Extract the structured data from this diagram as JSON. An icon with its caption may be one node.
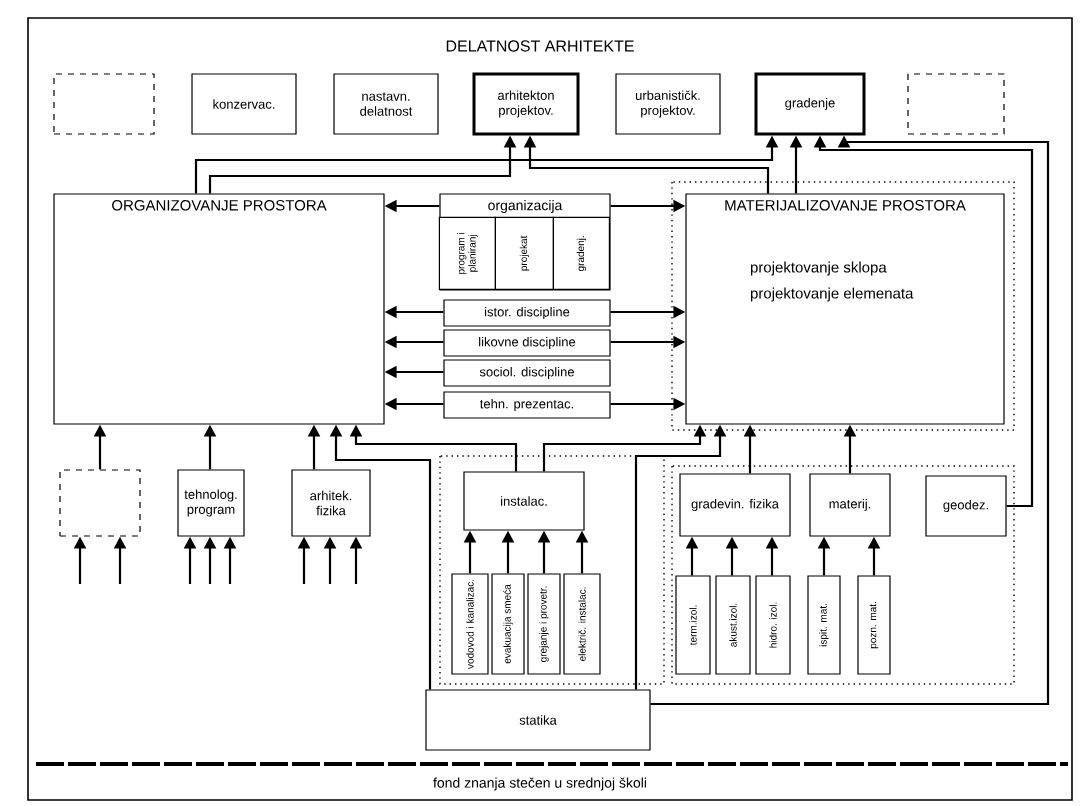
{
  "diagram": {
    "title": "DELATNOST ARHITEKTE",
    "nodes": [
      {
        "text": [],
        "shape": "box"
      },
      {
        "text": [
          "konzervac."
        ]
      },
      {
        "text": [
          "nastavn. delatnost"
        ]
      },
      {
        "text": [
          "arhitekton projektov."
        ]
      },
      {
        "text": [
          "urbanističk. projektov."
        ]
      },
      {
        "text": [
          "gradenje"
        ]
      },
      {
        "text": [],
        "shape": "box"
      },
      {
        "text": [
          "ORGANIZOVANJE PROSTORA"
        ]
      },
      {
        "text": [
          "MATERIJALIZOVANJE PROSTORA",
          "projektovanje sklopa",
          "projektovanje elemenata"
        ]
      },
      {
        "text": [
          "organizacija"
        ]
      },
      {
        "text": [
          "program i planiranj"
        ],
        "in": 9
      },
      {
        "text": [
          "projekat"
        ],
        "in": 9
      },
      {
        "text": [
          "gradenj."
        ],
        "in": 9
      },
      {
        "text": [
          "istor. discipline"
        ]
      },
      {
        "text": [
          "likovne discipline"
        ]
      },
      {
        "text": [
          "sociol. discipline"
        ]
      },
      {
        "text": [
          "tehn. prezentac."
        ]
      },
      {
        "text": [],
        "shape": "box"
      },
      {
        "text": [
          "tehnolog. program"
        ]
      },
      {
        "text": [
          "arhitek. fizika"
        ]
      },
      {
        "text": [
          "instalac."
        ]
      },
      {
        "text": [
          "vodovod i kanalizac."
        ]
      },
      {
        "text": [
          "evakuacija smeća"
        ]
      },
      {
        "text": [
          "grejanje i provetr."
        ]
      },
      {
        "text": [
          "električ. instalac."
        ]
      },
      {
        "text": [
          "statika"
        ]
      },
      {
        "text": [
          "gradevin. fizika"
        ]
      },
      {
        "text": [
          "materij."
        ]
      },
      {
        "text": [
          "geodez."
        ]
      },
      {
        "text": [
          "term.izol."
        ]
      },
      {
        "text": [
          "akust.izol."
        ]
      },
      {
        "text": [
          "hidro. izol."
        ]
      },
      {
        "text": [
          "ispit. mat."
        ]
      },
      {
        "text": [
          "pozn. mat."
        ]
      }
    ],
    "edges": [
      {
        "from": 9,
        "to": 7,
        "arrow": "to"
      },
      {
        "from": 9,
        "to": 8,
        "arrow": "to"
      },
      {
        "from": 13,
        "to": 7,
        "arrow": "to"
      },
      {
        "from": 13,
        "to": 8,
        "arrow": "to"
      },
      {
        "from": 14,
        "to": 7,
        "arrow": "to"
      },
      {
        "from": 14,
        "to": 8,
        "arrow": "to"
      },
      {
        "from": 15,
        "to": 7,
        "arrow": "to"
      },
      {
        "from": 16,
        "to": 7,
        "arrow": "to"
      },
      {
        "from": 16,
        "to": 8,
        "arrow": "to"
      },
      {
        "from": 7,
        "to": 3,
        "arrow": "to"
      },
      {
        "from": 8,
        "to": 3,
        "arrow": "to"
      },
      {
        "from": 7,
        "to": 5,
        "arrow": "to"
      },
      {
        "from": 8,
        "to": 5,
        "arrow": "to"
      },
      {
        "from": 25,
        "to": 5,
        "arrow": "to"
      },
      {
        "from": 28,
        "to": 5,
        "arrow": "to"
      },
      {
        "from": 17,
        "to": 7,
        "arrow": "to"
      },
      {
        "from": 18,
        "to": 7,
        "arrow": "to"
      },
      {
        "from": 19,
        "to": 7,
        "arrow": "to"
      },
      {
        "from": 25,
        "to": 7,
        "arrow": "to"
      },
      {
        "from": 20,
        "to": 7,
        "arrow": "to"
      },
      {
        "from": 20,
        "to": 8,
        "arrow": "to"
      },
      {
        "from": 25,
        "to": 8,
        "arrow": "to"
      },
      {
        "from": 26,
        "to": 8,
        "arrow": "to"
      },
      {
        "from": 27,
        "to": 8,
        "arrow": "to"
      },
      {
        "from": null,
        "to": 17,
        "arrow": "to"
      },
      {
        "from": null,
        "to": 17,
        "arrow": "to"
      },
      {
        "from": null,
        "to": 18,
        "arrow": "to"
      },
      {
        "from": null,
        "to": 18,
        "arrow": "to"
      },
      {
        "from": null,
        "to": 18,
        "arrow": "to"
      },
      {
        "from": null,
        "to": 19,
        "arrow": "to"
      },
      {
        "from": null,
        "to": 19,
        "arrow": "to"
      },
      {
        "from": null,
        "to": 19,
        "arrow": "to"
      },
      {
        "from": 21,
        "to": 20,
        "arrow": "to"
      },
      {
        "from": 22,
        "to": 20,
        "arrow": "to"
      },
      {
        "from": 23,
        "to": 20,
        "arrow": "to"
      },
      {
        "from": 24,
        "to": 20,
        "arrow": "to"
      },
      {
        "from": 29,
        "to": 26,
        "arrow": "to"
      },
      {
        "from": 30,
        "to": 26,
        "arrow": "to"
      },
      {
        "from": 31,
        "to": 26,
        "arrow": "to"
      },
      {
        "from": 32,
        "to": 27,
        "arrow": "to"
      },
      {
        "from": 33,
        "to": 27,
        "arrow": "to"
      }
    ],
    "labels": [
      "fond znanja stečen u srednjoj školi"
    ]
  }
}
